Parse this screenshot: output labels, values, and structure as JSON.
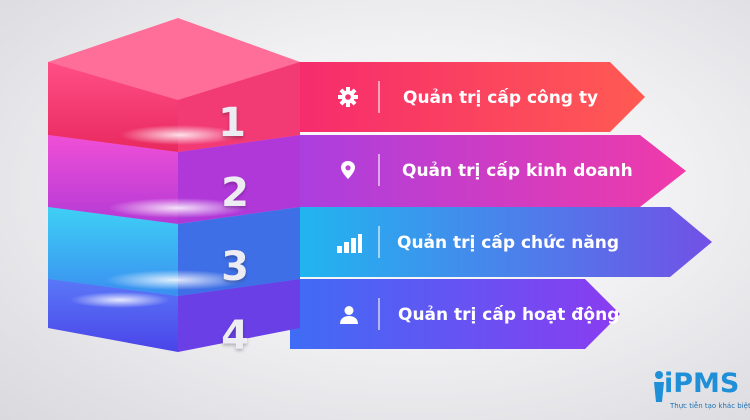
{
  "levels": [
    {
      "number": "1",
      "label": "Quản trị cấp công ty",
      "icon": "gear-icon",
      "color_top": "#ff5a8a",
      "color_front": "#f0336c",
      "color_side": "#ff3f78",
      "arrow_from": "#f62a6e",
      "arrow_to": "#ff5a52"
    },
    {
      "number": "2",
      "label": "Quản trị cấp kinh doanh",
      "icon": "map-pin-icon",
      "color_top": "#f56ad9",
      "color_front": "#d93ed2",
      "color_side": "#b43ad6",
      "arrow_from": "#a93fe0",
      "arrow_to": "#f03aa9"
    },
    {
      "number": "3",
      "label": "Quản trị cấp chức năng",
      "icon": "bar-chart-icon",
      "color_top": "#4ad7f3",
      "color_front": "#2ab8ee",
      "color_side": "#3f7ce6",
      "arrow_from": "#1fb8f0",
      "arrow_to": "#7250e6"
    },
    {
      "number": "4",
      "label": "Quản trị cấp hoạt động",
      "icon": "user-icon",
      "color_top": "#5f7cf5",
      "color_front": "#4d5cf2",
      "color_side": "#6a3fe6",
      "arrow_from": "#3f6cf5",
      "arrow_to": "#8a3cf0"
    }
  ],
  "logo": {
    "brand": "iPMS",
    "tagline": "Thực tiễn tạo khác biệt",
    "color": "#1f8fd8"
  }
}
